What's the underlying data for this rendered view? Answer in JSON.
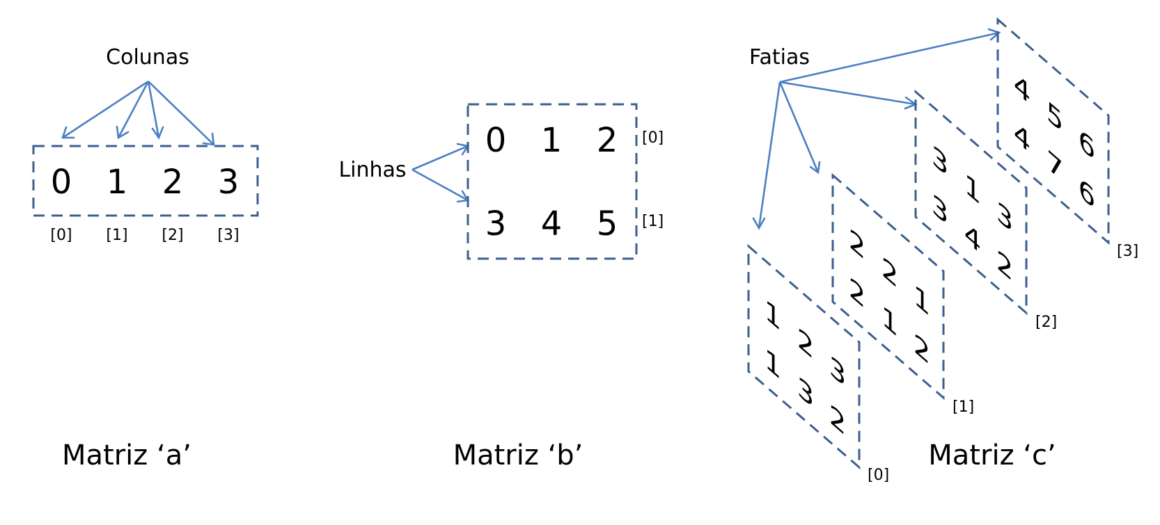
{
  "matrix_a": {
    "title": "Matriz ‘a’",
    "arrow_label": "Colunas",
    "values": [
      "0",
      "1",
      "2",
      "3"
    ],
    "indices": [
      "[0]",
      "[1]",
      "[2]",
      "[3]"
    ]
  },
  "matrix_b": {
    "title": "Matriz ‘b’",
    "arrow_label": "Linhas",
    "rows": [
      [
        "0",
        "1",
        "2"
      ],
      [
        "3",
        "4",
        "5"
      ]
    ],
    "row_indices": [
      "[0]",
      "[1]"
    ]
  },
  "matrix_c": {
    "title": "Matriz ‘c’",
    "arrow_label": "Fatias",
    "slices": [
      {
        "index": "[0]",
        "rows": [
          [
            "1",
            "2",
            "3"
          ],
          [
            "1",
            "3",
            "2"
          ]
        ]
      },
      {
        "index": "[1]",
        "rows": [
          [
            "2",
            "2",
            "1"
          ],
          [
            "2",
            "1",
            "2"
          ]
        ]
      },
      {
        "index": "[2]",
        "rows": [
          [
            "3",
            "1",
            "3"
          ],
          [
            "3",
            "4",
            "2"
          ]
        ]
      },
      {
        "index": "[3]",
        "rows": [
          [
            "4",
            "5",
            "6"
          ],
          [
            "4",
            "7",
            "6"
          ]
        ]
      }
    ]
  },
  "colors": {
    "frame": "#3b5f8f",
    "arrow": "#4a7fc1",
    "text": "#000000"
  }
}
